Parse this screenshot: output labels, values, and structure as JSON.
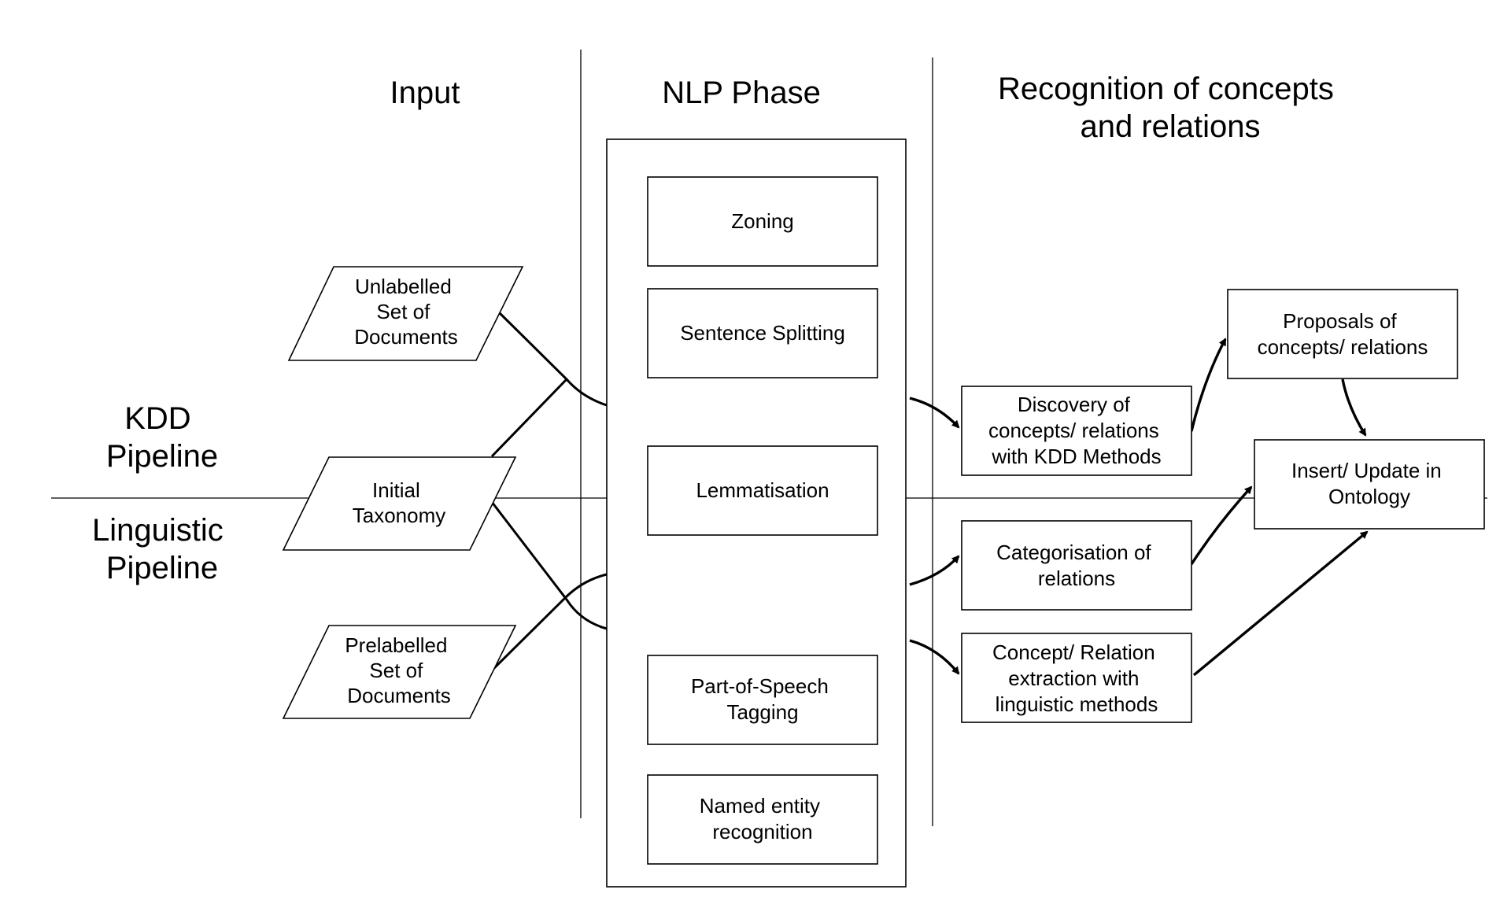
{
  "columns": {
    "input": "Input",
    "nlp": "NLP Phase",
    "recognition": [
      "Recognition of concepts",
      "and relations"
    ]
  },
  "pipelines": {
    "kdd": [
      "KDD",
      "Pipeline"
    ],
    "linguistic": [
      "Linguistic",
      "Pipeline"
    ]
  },
  "inputs": {
    "unlabelled": [
      "Unlabelled",
      "Set of",
      "Documents"
    ],
    "taxonomy": [
      "Initial",
      "Taxonomy"
    ],
    "prelabelled": [
      "Prelabelled",
      "Set of",
      "Documents"
    ]
  },
  "nlp_steps": {
    "zoning": [
      "Zoning"
    ],
    "sentence_splitting": [
      "Sentence Splitting"
    ],
    "lemmatisation": [
      "Lemmatisation"
    ],
    "pos_tagging": [
      "Part-of-Speech",
      "Tagging"
    ],
    "ner": [
      "Named entity",
      "recognition"
    ]
  },
  "recognition": {
    "discovery": [
      "Discovery of",
      "concepts/ relations",
      "with  KDD Methods"
    ],
    "categorisation": [
      "Categorisation of",
      "relations"
    ],
    "extraction": [
      "Concept/ Relation",
      "extraction with",
      "linguistic methods"
    ],
    "proposals": [
      "Proposals of",
      "concepts/ relations"
    ],
    "ontology": [
      "Insert/ Update in",
      "Ontology"
    ]
  }
}
